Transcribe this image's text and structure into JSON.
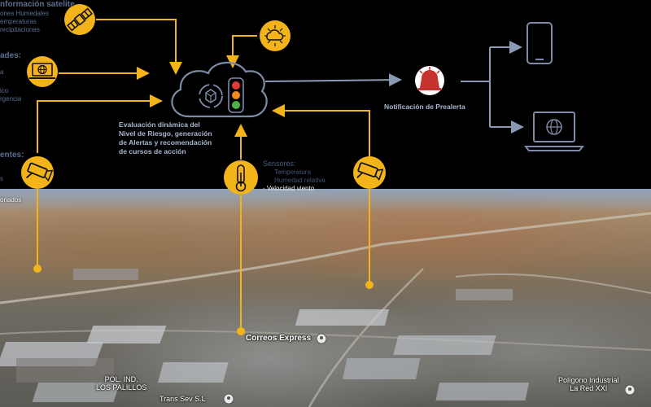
{
  "left_panel": {
    "heading_1": "nformación satelite",
    "line_1a": "ones Humedales",
    "line_1b": "emperaturas",
    "line_1c": "recipitaciones",
    "heading_2": "ades:",
    "line_2a": "a",
    "line_2b": "ico",
    "line_2c": "rgencia",
    "heading_3": "entes:",
    "line_3a": "s",
    "line_3b": "onados"
  },
  "evaluation_label": "Evaluación dinámica del Nivel de Riesgo, generación de Alertas y recomendación de cursos de acción",
  "evaluation_lines": [
    "Evaluación dinámica del",
    "Nivel de Riesgo, generación",
    "de Alertas y recomendación",
    "de cursos de acción"
  ],
  "notification_label": "Notificación de Prealerta",
  "sensors": {
    "title": "Sensores:",
    "items": [
      "Temperatura",
      "Humedad relativa"
    ],
    "active_item": "-    Velocidad viento"
  },
  "map_labels": {
    "correos": "Correos Express",
    "polig_left_1": "POL. IND.",
    "polig_left_2": "LOS PALILLOS",
    "trans": "Trans Sev S.L",
    "polig_right_1": "Polígono Industrial",
    "polig_right_2": "La Red XXI"
  },
  "colors": {
    "connector": "#f2b418",
    "arrow": "#8a9ab4",
    "icon_blue": "#7d8ba6",
    "alarm_red": "#c7322e",
    "traffic_red": "#e03b3b",
    "traffic_orange": "#f28c1e",
    "traffic_green": "#48b24a"
  }
}
